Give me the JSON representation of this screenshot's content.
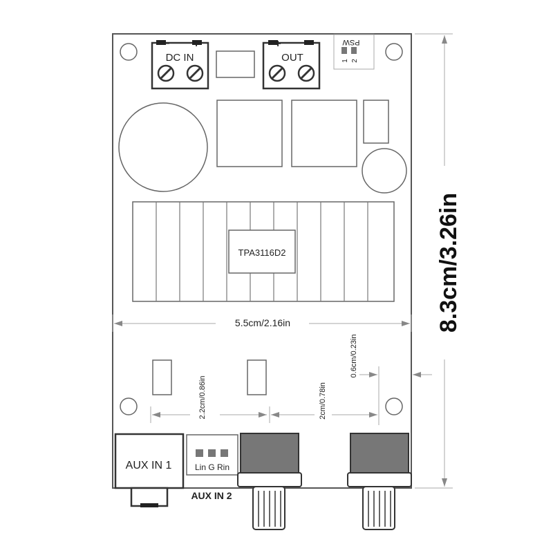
{
  "board": {
    "dc_in_label": "DC IN",
    "dc_in_minus": "−",
    "dc_in_plus": "+",
    "out_label": "OUT",
    "out_plus": "+",
    "out_minus": "−",
    "psw_label": "PSW",
    "psw_pin1": "1",
    "psw_pin2": "2",
    "chip_label": "TPA3116D2",
    "aux_in1_label": "AUX IN 1",
    "aux_in2_label": "AUX IN 2",
    "header_label": "Lin G Rin"
  },
  "dimensions": {
    "width_text": "5.5cm/2.16in",
    "height_text": "8.3cm/3.26in",
    "pot_spacing_text": "2.2cm/0.86in",
    "pot_gap_text": "2cm/0.78in",
    "edge_offset_text": "0.6cm/0.23in"
  },
  "colors": {
    "line": "#555555",
    "dim_line": "#aaaaaa",
    "pot_fill": "#777777",
    "text": "#222222"
  }
}
